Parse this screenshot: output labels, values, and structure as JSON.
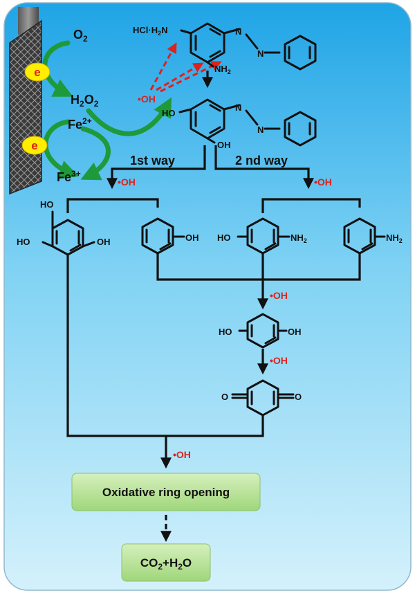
{
  "reagents": {
    "o2": "O2",
    "h2o2": "H2O2",
    "fe2": "Fe2+",
    "fe3": "Fe3+",
    "electron": "e",
    "radical": "•OH"
  },
  "molecules": {
    "start_hcl": "HCl·H2N",
    "start_nh2": "NH2",
    "azo_n": "N",
    "inter_oh_left": "HO",
    "inter_oh_bottom": "OH"
  },
  "pathways": {
    "first": "1st way",
    "second": "2 nd way"
  },
  "products": {
    "trihydroxy_ho_top": "HO",
    "trihydroxy_ho_left": "HO",
    "trihydroxy_oh_right": "OH",
    "phenol_oh": "OH",
    "aminophenol_ho": "HO",
    "aminophenol_nh2": "NH2",
    "aniline_nh2": "NH2",
    "hydroquinone_ho": "HO",
    "hydroquinone_oh": "OH",
    "quinone_o_left": "O",
    "quinone_o_right": "O"
  },
  "boxes": {
    "ring_opening": "Oxidative ring opening",
    "final_products": "CO2+H2O"
  },
  "colors": {
    "background_top": "#1fa4e6",
    "background_bottom": "#d4f1fb",
    "radical": "#e0201a",
    "green_arrow": "#1f9a3a",
    "electron": "#ffee00",
    "box_fill": "#b9e39a"
  }
}
